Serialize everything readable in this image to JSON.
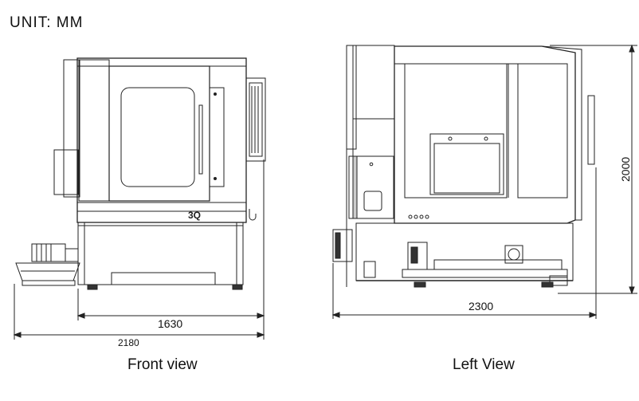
{
  "unit_label": "UNIT: MM",
  "front_view": {
    "caption": "Front view",
    "dim_inner": "1630",
    "dim_outer": "2180",
    "logo": "3Q"
  },
  "left_view": {
    "caption": "Left View",
    "dim_width": "2300",
    "dim_height": "2000"
  }
}
